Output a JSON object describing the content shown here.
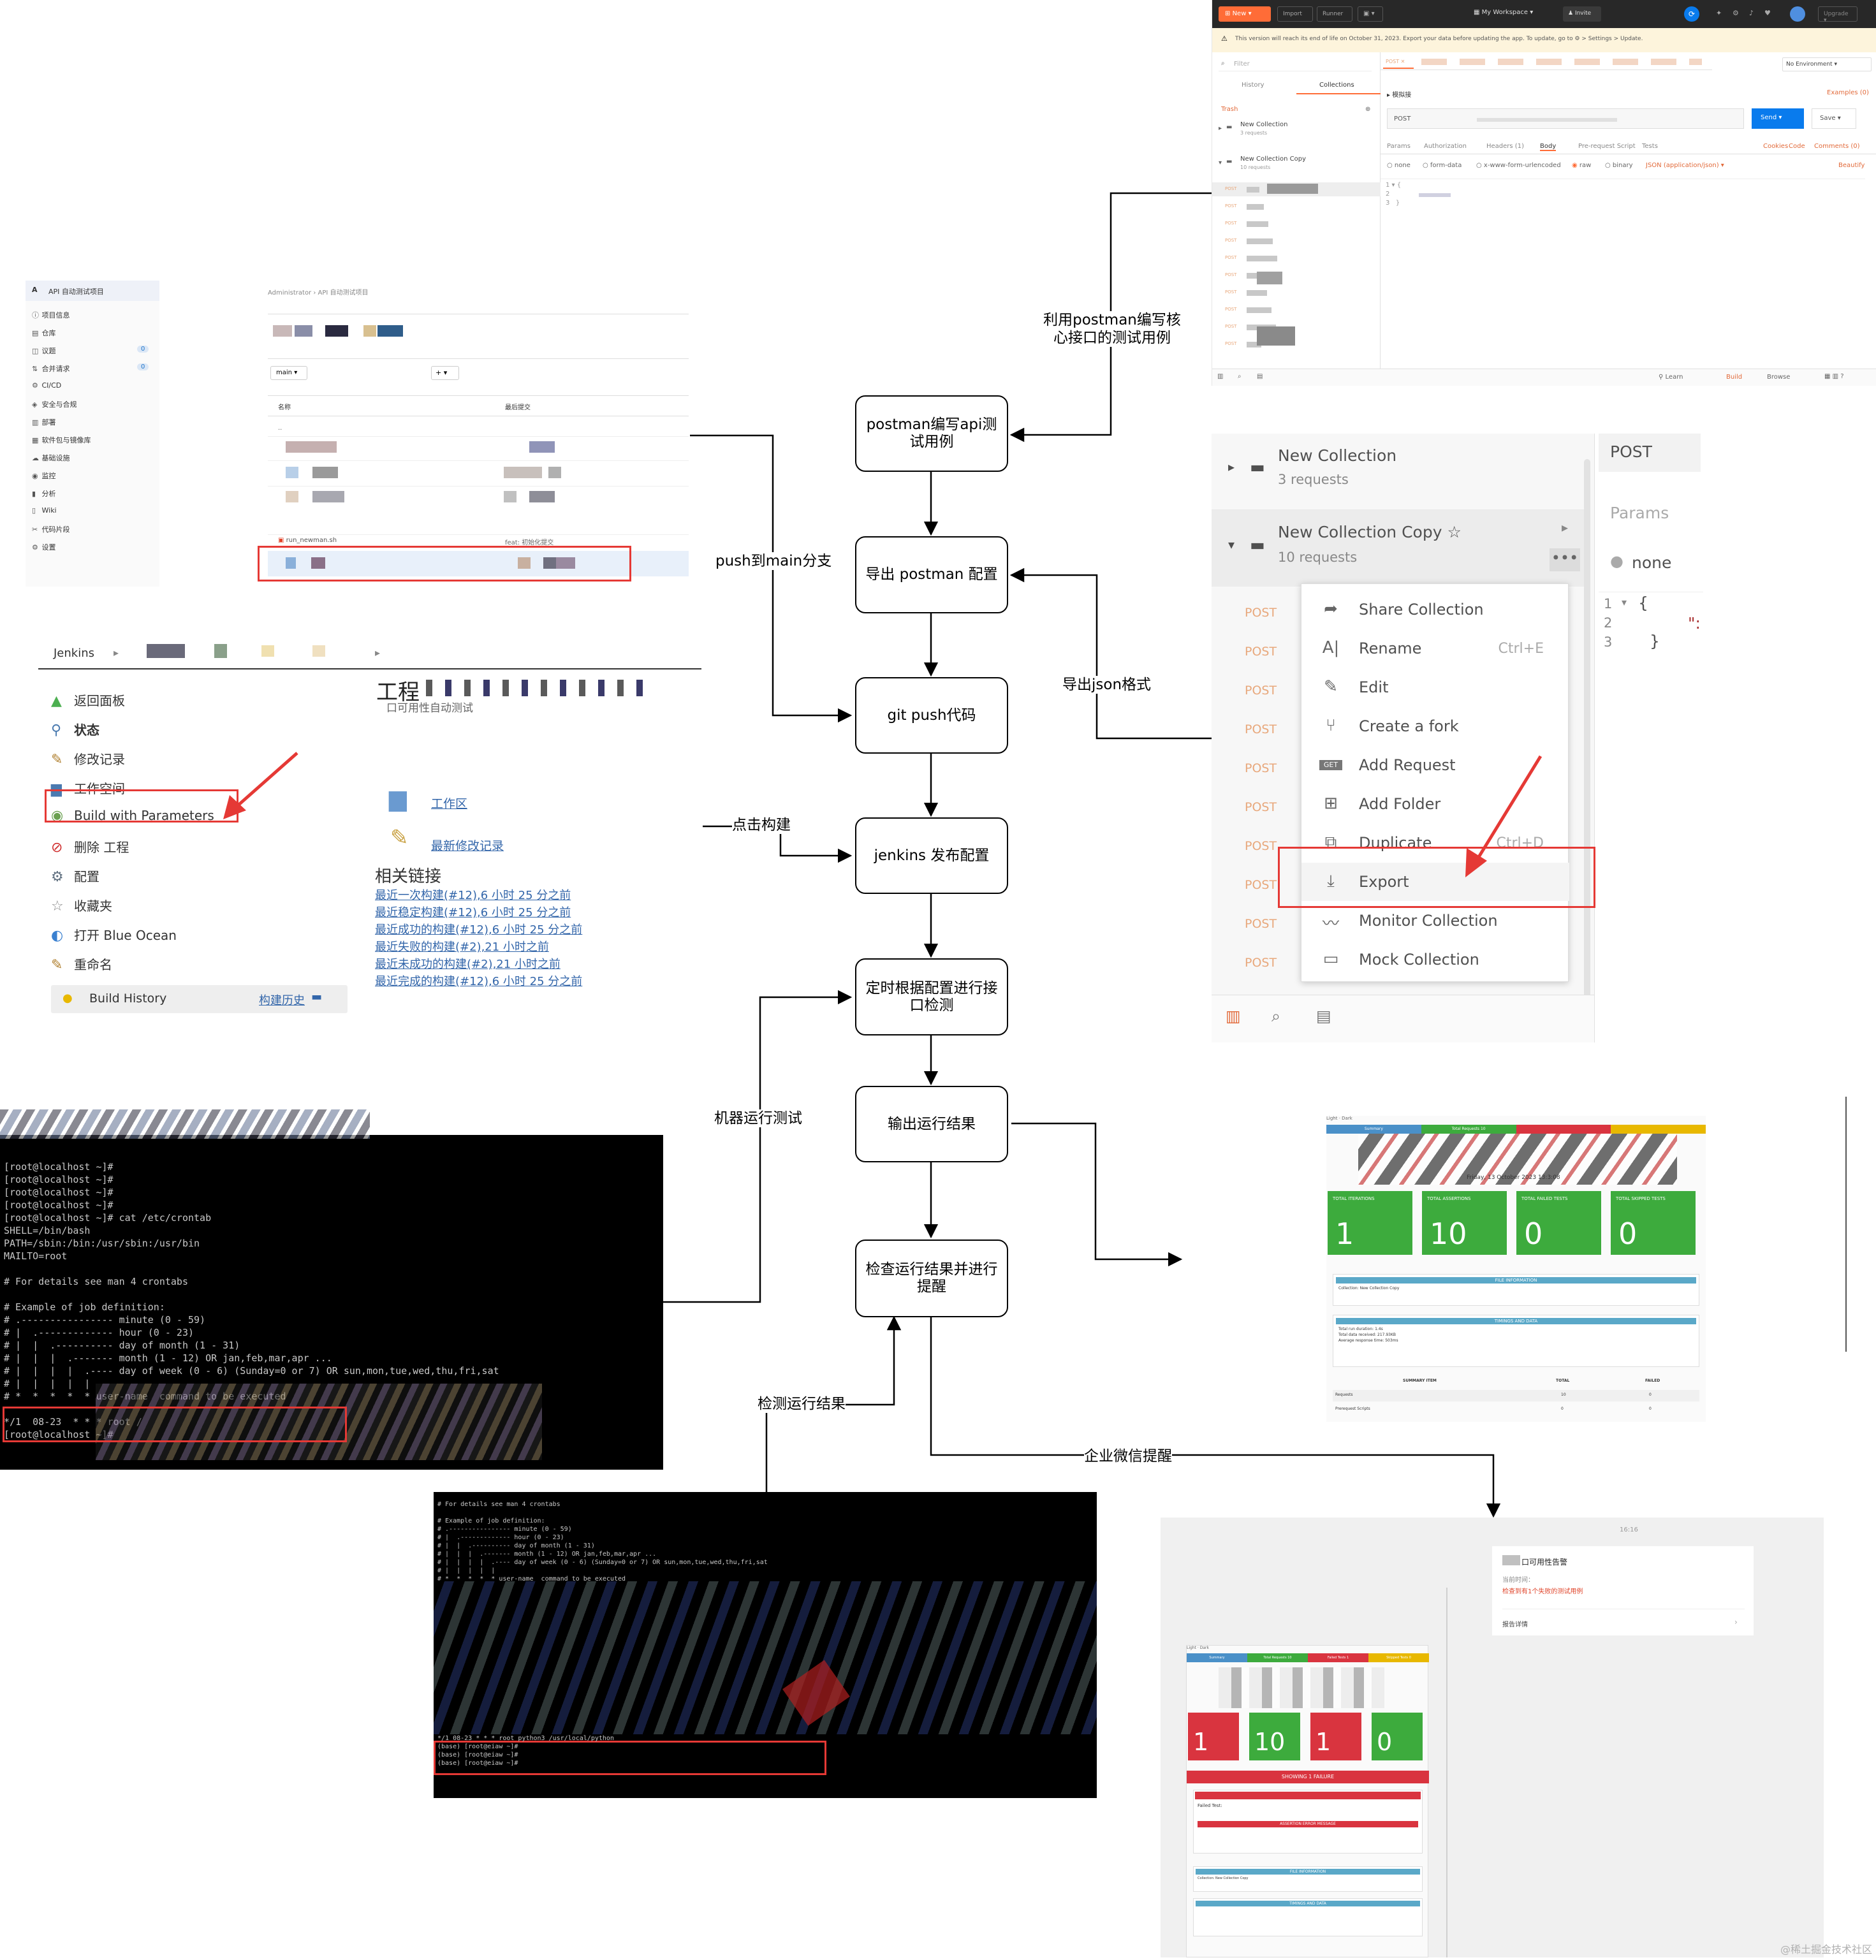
{
  "flow": {
    "nodes": [
      {
        "id": "postman",
        "label": "postman编写api测试用例"
      },
      {
        "id": "export",
        "label": "导出 postman 配置"
      },
      {
        "id": "git",
        "label": "git push代码"
      },
      {
        "id": "jenkins",
        "label": "jenkins 发布配置"
      },
      {
        "id": "cron",
        "label": "定时根据配置进行接口检测"
      },
      {
        "id": "output",
        "label": "输出运行结果"
      },
      {
        "id": "check",
        "label": "检查运行结果并进行提醒"
      }
    ],
    "labels": {
      "postman_write": "利用postman编写核心接口的测试用例",
      "push_main": "push到main分支",
      "export_json": "导出json格式",
      "click_build": "点击构建",
      "machine_test": "机器运行测试",
      "check_result": "检测运行结果",
      "wechat_alert": "企业微信提醒"
    }
  },
  "gitlab": {
    "project": "API 自动测试项目",
    "breadcrumb": "Administrator  ›  API 自动测试项目",
    "branch": "main",
    "add": "+",
    "col_name": "名称",
    "col_commit": "最后提交",
    "file_run": "run_newman.sh",
    "commit_msg": "feat: 初始化提交",
    "sidebar": [
      "项目信息",
      "仓库",
      "议题",
      "合并请求",
      "CI/CD",
      "安全与合规",
      "部署",
      "软件包与镜像库",
      "基础设施",
      "监控",
      "分析",
      "Wiki",
      "代码片段",
      "设置"
    ],
    "badges": [
      "0",
      "0"
    ]
  },
  "postman_top": {
    "new_btn": "New",
    "import_btn": "Import",
    "runner_btn": "Runner",
    "workspace": "My Workspace",
    "invite": "Invite",
    "upgrade": "Upgrade",
    "banner": "This version will reach its end of life on October 31, 2023. Export your data before updating the app. To update, go to ⚙ > Settings > Update.",
    "filter": "Filter",
    "tab_history": "History",
    "tab_collections": "Collections",
    "trash": "Trash",
    "coll1": "New Collection",
    "coll1_sub": "3 requests",
    "coll2": "New Collection Copy",
    "coll2_sub": "10 requests",
    "env": "No Environment",
    "method": "POST",
    "send": "Send",
    "save": "Save",
    "examples": "Examples (0)",
    "request_tabs": [
      "Params",
      "Authorization",
      "Headers (1)",
      "Body",
      "Pre-request Script",
      "Tests"
    ],
    "right_links": [
      "Cookies",
      "Code",
      "Comments (0)"
    ],
    "body_opts": [
      "none",
      "form-data",
      "x-www-form-urlencoded",
      "raw",
      "binary",
      "JSON (application/json)"
    ],
    "beautify": "Beautify",
    "footer": [
      "Learn",
      "Build",
      "Browse"
    ],
    "post_label": "POST"
  },
  "postman_zoom": {
    "coll1": "New Collection",
    "coll1_sub": "3 requests",
    "coll2": "New Collection Copy",
    "coll2_sub": "10 requests",
    "post": "POST",
    "params": "Params",
    "none": "none",
    "line_nums": [
      "1",
      "2",
      "3"
    ],
    "brace_open": "{",
    "brace_close": "}",
    "menu": [
      {
        "icon": "share-icon",
        "glyph": "➦",
        "label": "Share Collection",
        "shortcut": ""
      },
      {
        "icon": "rename-icon",
        "glyph": "A|",
        "label": "Rename",
        "shortcut": "Ctrl+E"
      },
      {
        "icon": "edit-icon",
        "glyph": "✎",
        "label": "Edit",
        "shortcut": ""
      },
      {
        "icon": "fork-icon",
        "glyph": "⑂",
        "label": "Create a fork",
        "shortcut": ""
      },
      {
        "icon": "get-icon",
        "glyph": "GET",
        "label": "Add Request",
        "shortcut": ""
      },
      {
        "icon": "folder-add-icon",
        "glyph": "⊞",
        "label": "Add Folder",
        "shortcut": ""
      },
      {
        "icon": "duplicate-icon",
        "glyph": "⧉",
        "label": "Duplicate",
        "shortcut": "Ctrl+D"
      },
      {
        "icon": "export-icon",
        "glyph": "⤓",
        "label": "Export",
        "shortcut": ""
      },
      {
        "icon": "monitor-icon",
        "glyph": "〰",
        "label": "Monitor Collection",
        "shortcut": ""
      },
      {
        "icon": "mock-icon",
        "glyph": "▭",
        "label": "Mock Collection",
        "shortcut": ""
      }
    ]
  },
  "jenkins": {
    "crumb": "Jenkins",
    "title": "工程",
    "subtitle": "口可用性自动测试",
    "menu": [
      "返回面板",
      "状态",
      "修改记录",
      "工作空间",
      "Build with Parameters",
      "删除 工程",
      "配置",
      "收藏夹",
      "打开 Blue Ocean",
      "重命名"
    ],
    "workspace_link": "工作区",
    "changes_link": "最新修改记录",
    "related": "相关链接",
    "builds": [
      "最近一次构建(#12),6 小时 25 分之前",
      "最近稳定构建(#12),6 小时 25 分之前",
      "最近成功的构建(#12),6 小时 25 分之前",
      "最近失败的构建(#2),21 小时之前",
      "最近未成功的构建(#2),21 小时之前",
      "最近完成的构建(#12),6 小时 25 分之前"
    ],
    "build_history": "Build History",
    "build_history_cn": "构建历史"
  },
  "terminal1": {
    "lines": [
      "[root@localhost ~]#",
      "[root@localhost ~]#",
      "[root@localhost ~]#",
      "[root@localhost ~]#",
      "[root@localhost ~]# cat /etc/crontab",
      "SHELL=/bin/bash",
      "PATH=/sbin:/bin:/usr/sbin:/usr/bin",
      "MAILTO=root",
      "",
      "# For details see man 4 crontabs",
      "",
      "# Example of job definition:",
      "# .---------------- minute (0 - 59)",
      "# |  .------------- hour (0 - 23)",
      "# |  |  .---------- day of month (1 - 31)",
      "# |  |  |  .------- month (1 - 12) OR jan,feb,mar,apr ...",
      "# |  |  |  |  .---- day of week (0 - 6) (Sunday=0 or 7) OR sun,mon,tue,wed,thu,fri,sat",
      "# |  |  |  |  |",
      "# *  *  *  *  * user-name  command to be executed",
      "",
      "*/1  08-23  * * * root /",
      "[root@localhost ~]# "
    ]
  },
  "terminal2": {
    "lines": [
      "# For details see man 4 crontabs",
      "",
      "# Example of job definition:",
      "# .---------------- minute (0 - 59)",
      "# |  .------------- hour (0 - 23)",
      "# |  |  .---------- day of month (1 - 31)",
      "# |  |  |  .------- month (1 - 12) OR jan,feb,mar,apr ...",
      "# |  |  |  |  .---- day of week (0 - 6) (Sunday=0 or 7) OR sun,mon,tue,wed,thu,fri,sat",
      "# |  |  |  |  |",
      "# *  *  *  *  * user-name  command to be executed"
    ],
    "tail": [
      "*/1 08-23 * * * root python3 /usr/local/python",
      "(base) [root@eiaw ~]#",
      "(base) [root@eiaw ~]#",
      "(base) [root@eiaw ~]# "
    ]
  },
  "report": {
    "toggle": "Light  ·  Dark",
    "tabs": [
      "Summary",
      "Total Requests 10",
      "",
      ""
    ],
    "date": "Friday, 13 October 2023 13:3:08",
    "cards": [
      {
        "label": "TOTAL ITERATIONS",
        "value": "1"
      },
      {
        "label": "TOTAL ASSERTIONS",
        "value": "10"
      },
      {
        "label": "TOTAL FAILED TESTS",
        "value": "0"
      },
      {
        "label": "TOTAL SKIPPED TESTS",
        "value": "0"
      }
    ],
    "file_info": "FILE INFORMATION",
    "collection": "Collection: New Collection Copy",
    "timings": "TIMINGS AND DATA",
    "timing_lines": [
      "Total run duration: 1.4s",
      "Total data received: 217.93KB",
      "Average response time: 503ms"
    ],
    "table_head": [
      "SUMMARY ITEM",
      "TOTAL",
      "FAILED"
    ],
    "table_rows": [
      [
        "Requests",
        "10",
        "0"
      ],
      [
        "Prerequest Scripts",
        "0",
        "0"
      ]
    ]
  },
  "wechat": {
    "time": "16:16",
    "card_title": "口可用性告警",
    "card_time": "当前时间：",
    "card_msg": "检查到有1个失败的测试用例",
    "card_link": "报告详情",
    "toggle": "Light · Dark",
    "tabs": [
      "Summary",
      "Total Requests 10",
      "Failed Tests 1",
      "Skipped Tests 0"
    ],
    "cards": [
      {
        "label": "TOTAL ITERATIONS",
        "value": "1",
        "color": "#d9343f"
      },
      {
        "label": "TOTAL ASSERTIONS",
        "value": "10",
        "color": "#3dab3d"
      },
      {
        "label": "TOTAL FAILED TESTS",
        "value": "1",
        "color": "#d9343f"
      },
      {
        "label": "TOTAL SKIPPED TESTS",
        "value": "0",
        "color": "#3dab3d"
      }
    ],
    "failure_banner": "SHOWING 1 FAILURE",
    "failed_test": "Failed Test:",
    "assertion": "ASSERTION ERROR MESSAGE",
    "file_info": "FILE INFORMATION",
    "collection": "Collection: New Collection Copy",
    "timings": "TIMINGS AND DATA"
  },
  "watermark": "@稀土掘金技术社区",
  "colors": {
    "accent_red": "#e53935",
    "pm_orange": "#ff6c37",
    "pm_blue": "#097bed",
    "report_green": "#3dab3d"
  }
}
